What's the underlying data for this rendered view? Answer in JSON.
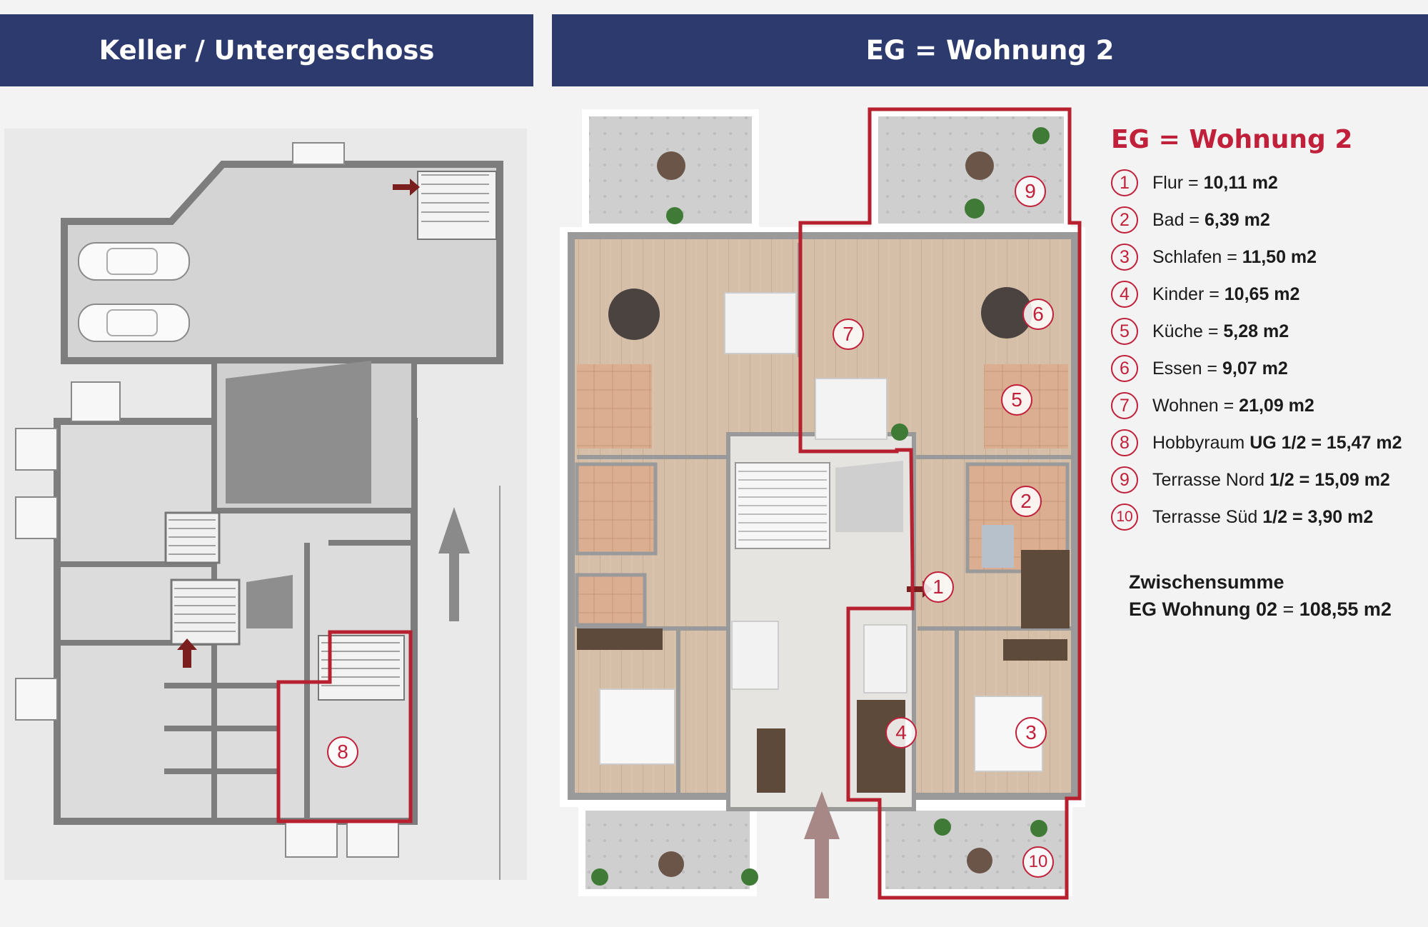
{
  "banners": {
    "left": "Keller / Untergeschoss",
    "right": "EG = Wohnung 2"
  },
  "legend": {
    "title": "EG = Wohnung 2",
    "items": [
      {
        "num": "1",
        "name": "Flur",
        "sep": " = ",
        "area": "10,11 m2"
      },
      {
        "num": "2",
        "name": "Bad",
        "sep": " = ",
        "area": "6,39 m2"
      },
      {
        "num": "3",
        "name": "Schlafen",
        "sep": " = ",
        "area": "11,50 m2"
      },
      {
        "num": "4",
        "name": "Kinder",
        "sep": " = ",
        "area": "10,65 m2"
      },
      {
        "num": "5",
        "name": "Küche",
        "sep": " = ",
        "area": "5,28 m2"
      },
      {
        "num": "6",
        "name": "Essen",
        "sep": " = ",
        "area": "9,07 m2"
      },
      {
        "num": "7",
        "name": "Wohnen",
        "sep": " = ",
        "area": "21,09 m2"
      },
      {
        "num": "8",
        "name": "Hobbyraum",
        "sep": " ",
        "area": "UG 1/2 = 15,47 m2"
      },
      {
        "num": "9",
        "name": "Terrasse Nord",
        "sep": " ",
        "area": "1/2 = 15,09 m2"
      },
      {
        "num": "10",
        "name": "Terrasse Süd",
        "sep": " ",
        "area": "1/2 = 3,90 m2"
      }
    ]
  },
  "subtotal": {
    "line1": "Zwischensumme",
    "line2_label": "EG Wohnung 02",
    "line2_eq": " = ",
    "line2_value": "108,55 m2"
  },
  "labels": {
    "keller_8": "8",
    "eg_1": "1",
    "eg_2": "2",
    "eg_3": "3",
    "eg_4": "4",
    "eg_5": "5",
    "eg_6": "6",
    "eg_7": "7",
    "eg_9": "9",
    "eg_10": "10"
  },
  "colors": {
    "banner": "#2d3a6e",
    "accent_red": "#c0203a",
    "floor_wood": "#d6bfa8",
    "tile": "#d9a98c",
    "concrete": "#d5d5d5",
    "wall": "#888888"
  }
}
